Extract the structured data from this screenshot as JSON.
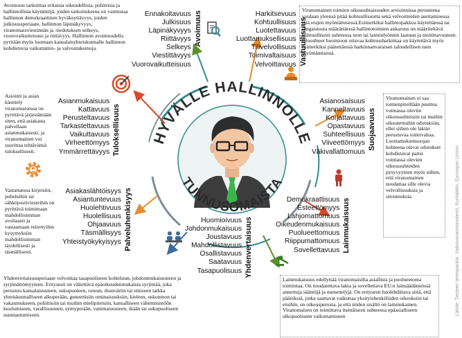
{
  "center": {
    "arc_top": "HYVÄLLE HALLINNOLLE",
    "arc_bottom": "TUNNUSOMAISTA"
  },
  "groups": [
    {
      "id": "avoimuus",
      "title": "Avoimuus",
      "items": [
        "Ennakoitavuus",
        "Julkisuus",
        "Läpinäkyvyys",
        "Riittävyys",
        "Selkeys",
        "Viestittävyys",
        "Vuorovaikutteisuus"
      ]
    },
    {
      "id": "vastuullisuus",
      "title": "Vastuullisuus",
      "items": [
        "Harkitsevuus",
        "Kohtuullisuus",
        "Luotettavuus",
        "Luottamuksellisuus",
        "Tilivelvollisuus",
        "Toimivaltaisuus",
        "Velvoittavuus"
      ]
    },
    {
      "id": "tuloksellisuus",
      "title": "Tuloksellisuus",
      "items": [
        "Asianmukaisuus",
        "Kattavuus",
        "Perusteltavuus",
        "Tarkastettavuus",
        "Vaikuttavuus",
        "Virheettömyys",
        "Ymmärrettävyys"
      ]
    },
    {
      "id": "suojaavuus",
      "title": "Suojaavuus",
      "items": [
        "Asianosaisuus",
        "Kanneltavuus",
        "Korjattavuus",
        "Opastavuus",
        "Suhteellisuus",
        "Viiveettömyys",
        "Väkivallattomuus"
      ]
    },
    {
      "id": "palveluhenkisyys",
      "title": "Palveluhenkisyys",
      "items": [
        "Asiakaslähtöisyys",
        "Asiantuntevuus",
        "Huolehtivuus",
        "Huolellisuus",
        "Ohjaavuus",
        "Täsmällisyys",
        "Yhteistyökykyisyys"
      ]
    },
    {
      "id": "lainmukaisuus",
      "title": "Lainmukaisuus",
      "items": [
        "Demokraattisuus",
        "Esteettömyys",
        "Lahjomattomuus",
        "Oikeudenmukaisuus",
        "Puolueettomuus",
        "Riippumattomuus",
        "Sovellettavuus"
      ]
    },
    {
      "id": "yhdenvertaisuus",
      "title": "Yhdenvertaisuus",
      "items": [
        "Huomioivuus",
        "Johdonmukaisuus",
        "Joustavuus",
        "Mahdollistavuus",
        "Osallistavuus",
        "Saatavuus",
        "Tasapuolisuus"
      ]
    }
  ],
  "descriptions": {
    "avoimuus": "Avoimuus tarkoittaa erilaisia oikeudellisia, poliittisia ja hallinnollisia käytäntöjä, joiden tarkoituksena on varmistaa hallinnon demokraattinen hyväksyttävyys, joiden julkisuusperiaate, hallinnon läpinäkyvyys, viranomaisviestinnän ja -tiedotuksen selkeys, vuorovaikutteisuus ja riittävyys. Hallinnon avoimuudella pyritään myös luomaan kansalaisyhteiskunnalle hallinnon kohdistuvia vaikuttamis- ja valvontakeinoja.",
    "vastuullisuus": "Viranomainen toimien oikeasuhtaisuuden arvioinnissa perusteena voidaan yleensä pitää kohtuullisuutta sekä velvoitteiden asettamisessa että etujen myöntämisessä.Esimerkiksi hallintopakkoa käytettäessä tai rangaistusta määrättäessä hallintotoimien ankaruus on määriteltävä kohtuullisesti suhteessa teon tai laiminlyönnin laatuun ja moitittavuuteen. Olosuhteet huomioon ottavaa kohtuusharkintaa on käytettävä myös esimerkiksi päätettäessä harkinnanvaraisen taloudellisen tuen myöntämisestä.",
    "tuloksellisuus": "Asiointi ja asian käsittely viranomaisessa on pyrittävä järjestämään siten, että asiakasta palvellaan asianmukaisesti, ja viranomainen voi suorittaa tehtävänsä tuloksellisesti.",
    "suojaavuus": "Viranomainen ei saa toimenpiteillään puuttua voimassa oleviin oikeussuhteisiin tai muihin oikeutettuihin odotuksiin, ellei siihen ole lakiin perustuvaa toimivaltaa. Luottamuksensuojan kohteena olevat odotukset kohdistuvat paitsi voimassa olevien oikeussuhteiden pysyvyyteen myös siihen, että viranomainen noudattaa sille olevia velvollisuuksia ja sitoumuksia.",
    "palveluhenkisyys": "Vastattaessa kirjeisiin, puheluihin tai sähköpostiviesteihin on pyrittävä toimimaan mahdollisimman avuliaasti ja vastaamaan esitettyihin kysymyksiin mahdollisimman täydellisesti ja täsmällisesti.",
    "yhdenvertaisuus": "Yhdenvertaisuusperiaate velvoittaa tasapuoliseen kohteluun, johdonmukaisuuteen ja syrjimättömyyteen. Eritysesti on vältettävä epäoikeudenmukaista syrjintää, joka perustuu kansalaisuuteen, sukupuoleen, rotuun, ihonväriin tai etniseen taikka yhteiskunnalliseen alkuperään, geneettisiin ominaisuuksiin, kieleen, uskontoon tai vakaumukseen, poliittisiin tai muihin mielipiteisiin, kansalliseen vähemmistöön kuulumiseen, varallisuuteen, syntyperään, vammaisuuteen, ikään tai sukupuoliseen suuntautumiseen.",
    "lainmukaisuus": "Lainmukaisuus edellyttää viranomaisilta asiallista ja puolueetonta toimintaa. On noudatettava lakia ja sovellettava EU:n lainsäädännössä annettuja sääntöjä ja menettelyjä. On eritysesti huolehdittava siitä, että päätöksiä, jotka saattavat vaikuttaa yksityishenkilöiden oikeuksiin tai etuihin, on oikeusperusta, ja että niiden sisältö on lainmukainen. Viranomaisen on toimittava itsenäisesti suhteessa epäasialliseen ulkopuoliseen vaikuttamiseen"
  },
  "source": "Lähde: Tiedeen termipankki, Valtiovarainministeriö, Kuntaliitto, Euroopan Unioni",
  "colors": {
    "ring_teal": "#2e8b8f",
    "ring_gray": "#7c8d99",
    "arrow_red": "#d64a2b",
    "arrow_orange": "#e98b2c",
    "arrow_green": "#5c8f2e",
    "arrow_blue": "#3b6a9e",
    "tie_green": "#3ab54a"
  },
  "icons": {
    "avoimuus": "magnifier-document-icon",
    "vastuullisuus": "person-desk-icon",
    "tuloksellisuus": "target-icon",
    "suojaavuus": "person-standing-icon",
    "palveluhenkisyys": "gear-people-icon",
    "lainmukaisuus": "gavel-icon",
    "yhdenvertaisuus": "people-table-icon"
  }
}
